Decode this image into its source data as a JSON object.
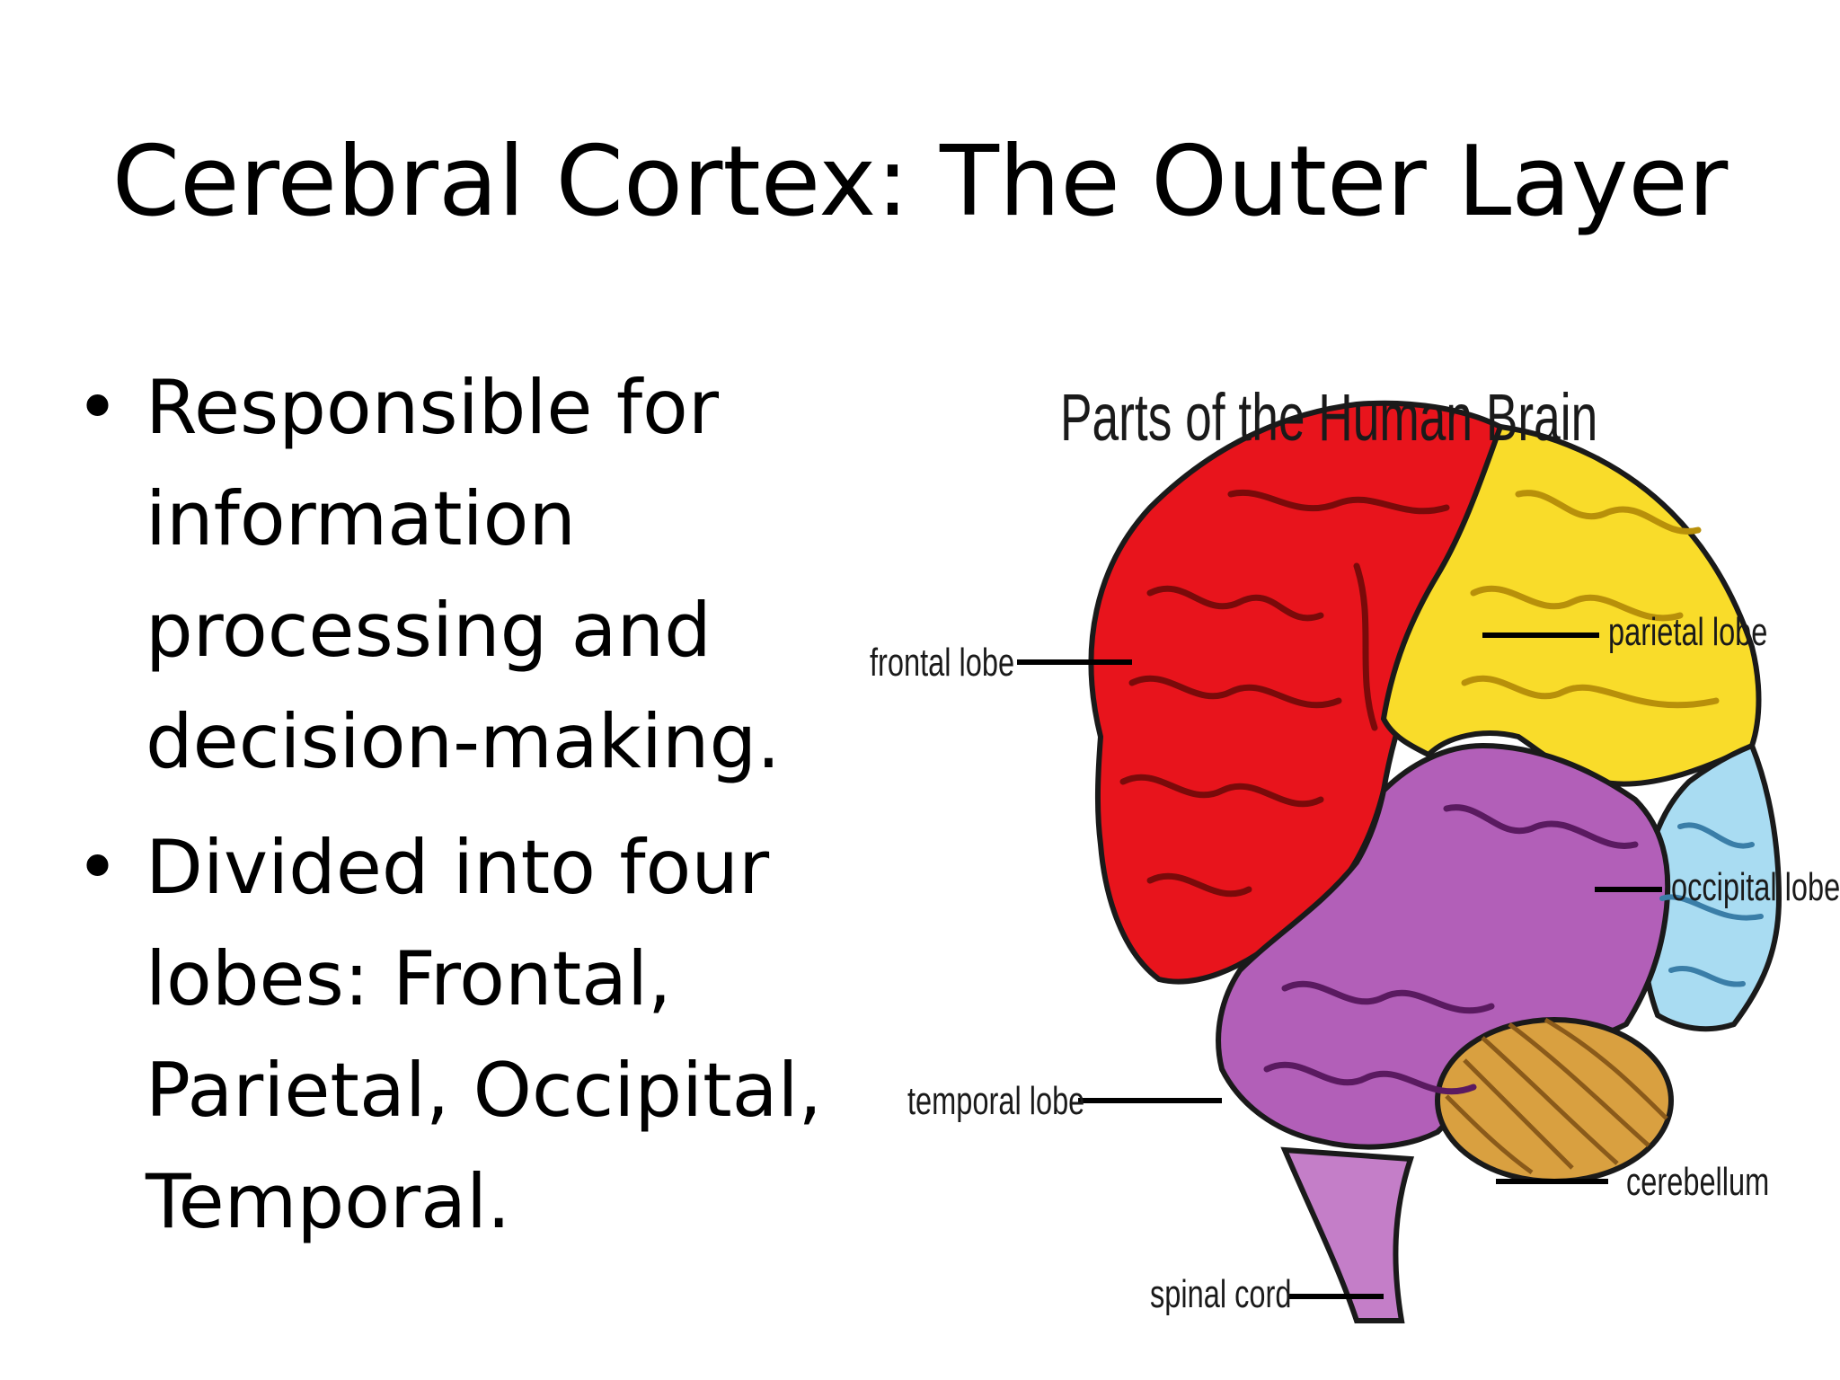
{
  "slide": {
    "title": "Cerebral Cortex: The Outer Layer",
    "bullets": [
      {
        "marker": "•",
        "text": "Responsible for information processing and decision-making."
      },
      {
        "marker": "•",
        "text": "Divided into four lobes: Frontal, Parietal, Occipital, Temporal."
      }
    ]
  },
  "diagram": {
    "heading": "Parts of the Human Brain",
    "labels": {
      "frontal": "frontal lobe",
      "parietal": "parietal lobe",
      "occipital": "occipital lobe",
      "temporal": "temporal lobe",
      "cerebellum": "cerebellum",
      "spinal_cord": "spinal cord"
    },
    "colors": {
      "frontal": "#e8141c",
      "parietal": "#f9dc2a",
      "occipital": "#a9dcf2",
      "temporal": "#b25fb8",
      "cerebellum": "#d9a040",
      "spinal_cord": "#c47ec8",
      "outline": "#1a1a1a"
    }
  }
}
